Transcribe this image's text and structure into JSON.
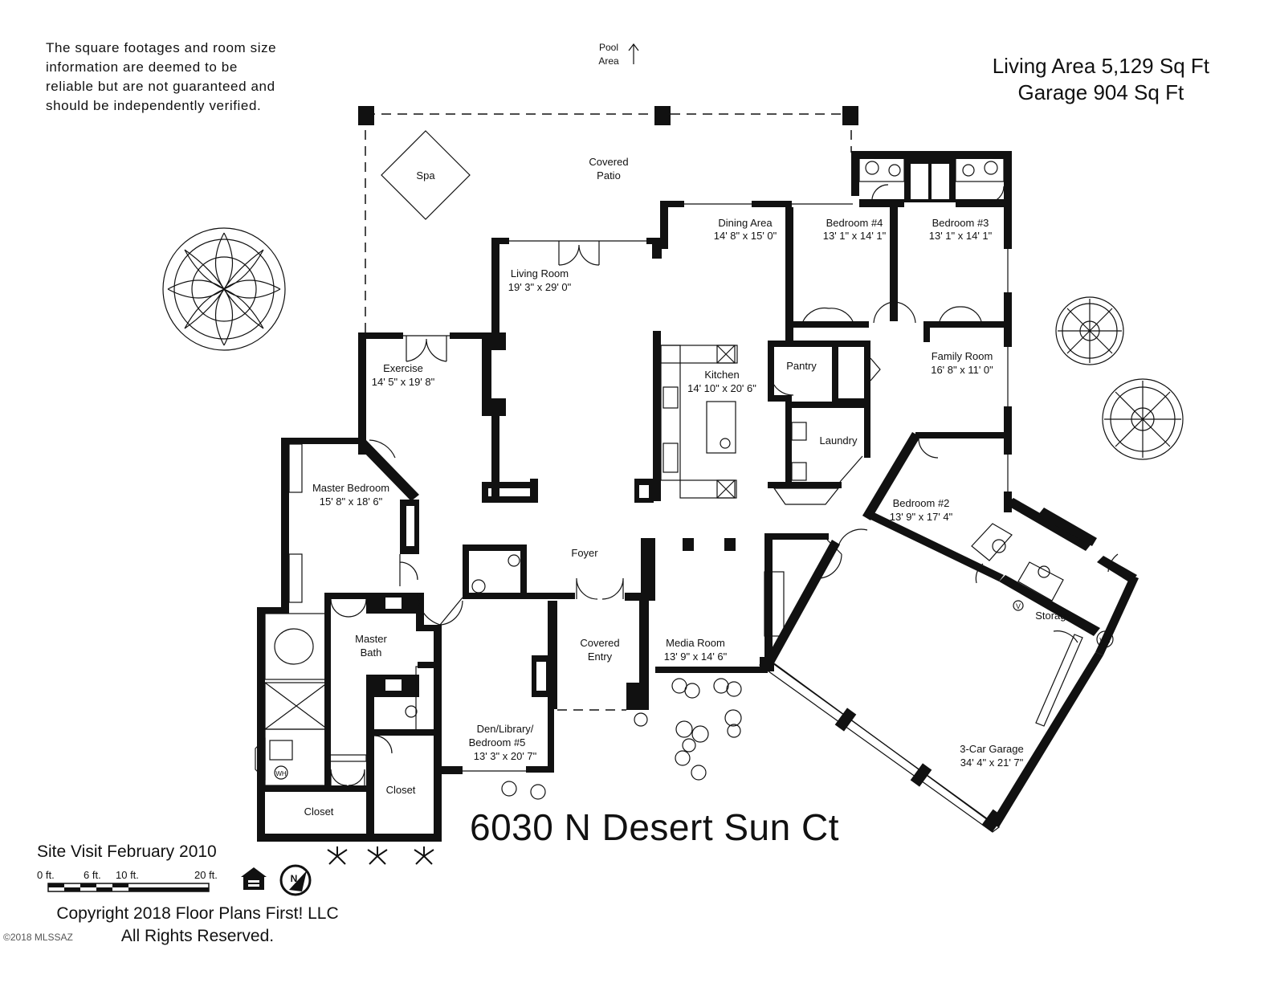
{
  "disclaimer": {
    "line1": "The square footages and room size",
    "line2": "information are deemed to be",
    "line3": "reliable but are not guaranteed and",
    "line4": "should be independently verified."
  },
  "areas": {
    "living": "Living Area 5,129 Sq Ft",
    "garage": "Garage 904 Sq Ft"
  },
  "pool_label": {
    "line1": "Pool",
    "line2": "Area"
  },
  "rooms": {
    "spa": "Spa",
    "covered_patio": {
      "line1": "Covered",
      "line2": "Patio"
    },
    "dining": {
      "name": "Dining Area",
      "size": "14' 8\" x 15' 0\""
    },
    "bedroom4": {
      "name": "Bedroom #4",
      "size": "13' 1\" x 14' 1\""
    },
    "bedroom3": {
      "name": "Bedroom #3",
      "size": "13' 1\" x 14' 1\""
    },
    "living": {
      "name": "Living Room",
      "size": "19' 3\" x 29' 0\""
    },
    "exercise": {
      "name": "Exercise",
      "size": "14' 5\" x 19' 8\""
    },
    "kitchen": {
      "name": "Kitchen",
      "size": "14' 10\" x 20' 6\""
    },
    "pantry": "Pantry",
    "family": {
      "name": "Family Room",
      "size": "16' 8\" x 11' 0\""
    },
    "laundry": "Laundry",
    "master_bedroom": {
      "name": "Master Bedroom",
      "size": "15' 8\" x 18' 6\""
    },
    "bedroom2": {
      "name": "Bedroom #2",
      "size": "13' 9\" x 17' 4\""
    },
    "foyer": "Foyer",
    "storage": "Storage",
    "master_bath": {
      "line1": "Master",
      "line2": "Bath"
    },
    "covered_entry": {
      "line1": "Covered",
      "line2": "Entry"
    },
    "media": {
      "name": "Media Room",
      "size": "13' 9\" x 14' 6\""
    },
    "den": {
      "line1": "Den/Library/",
      "line2": "Bedroom #5",
      "size": "13' 3\" x 20' 7\""
    },
    "garage": {
      "name": "3-Car Garage",
      "size": "34' 4\" x 21' 7\""
    },
    "closet_left": "Closet",
    "closet_right": "Closet",
    "wh1": "WH",
    "wh2": "WH",
    "v": "V"
  },
  "address": "6030 N Desert Sun Ct",
  "site_visit": "Site Visit February 2010",
  "scale": {
    "t0": "0 ft.",
    "t6": "6 ft.",
    "t10": "10 ft.",
    "t20": "20 ft."
  },
  "copyright": {
    "line1": "Copyright 2018 Floor Plans First! LLC",
    "line2": "All Rights Reserved."
  },
  "mls": "©2018 MLSSAZ"
}
